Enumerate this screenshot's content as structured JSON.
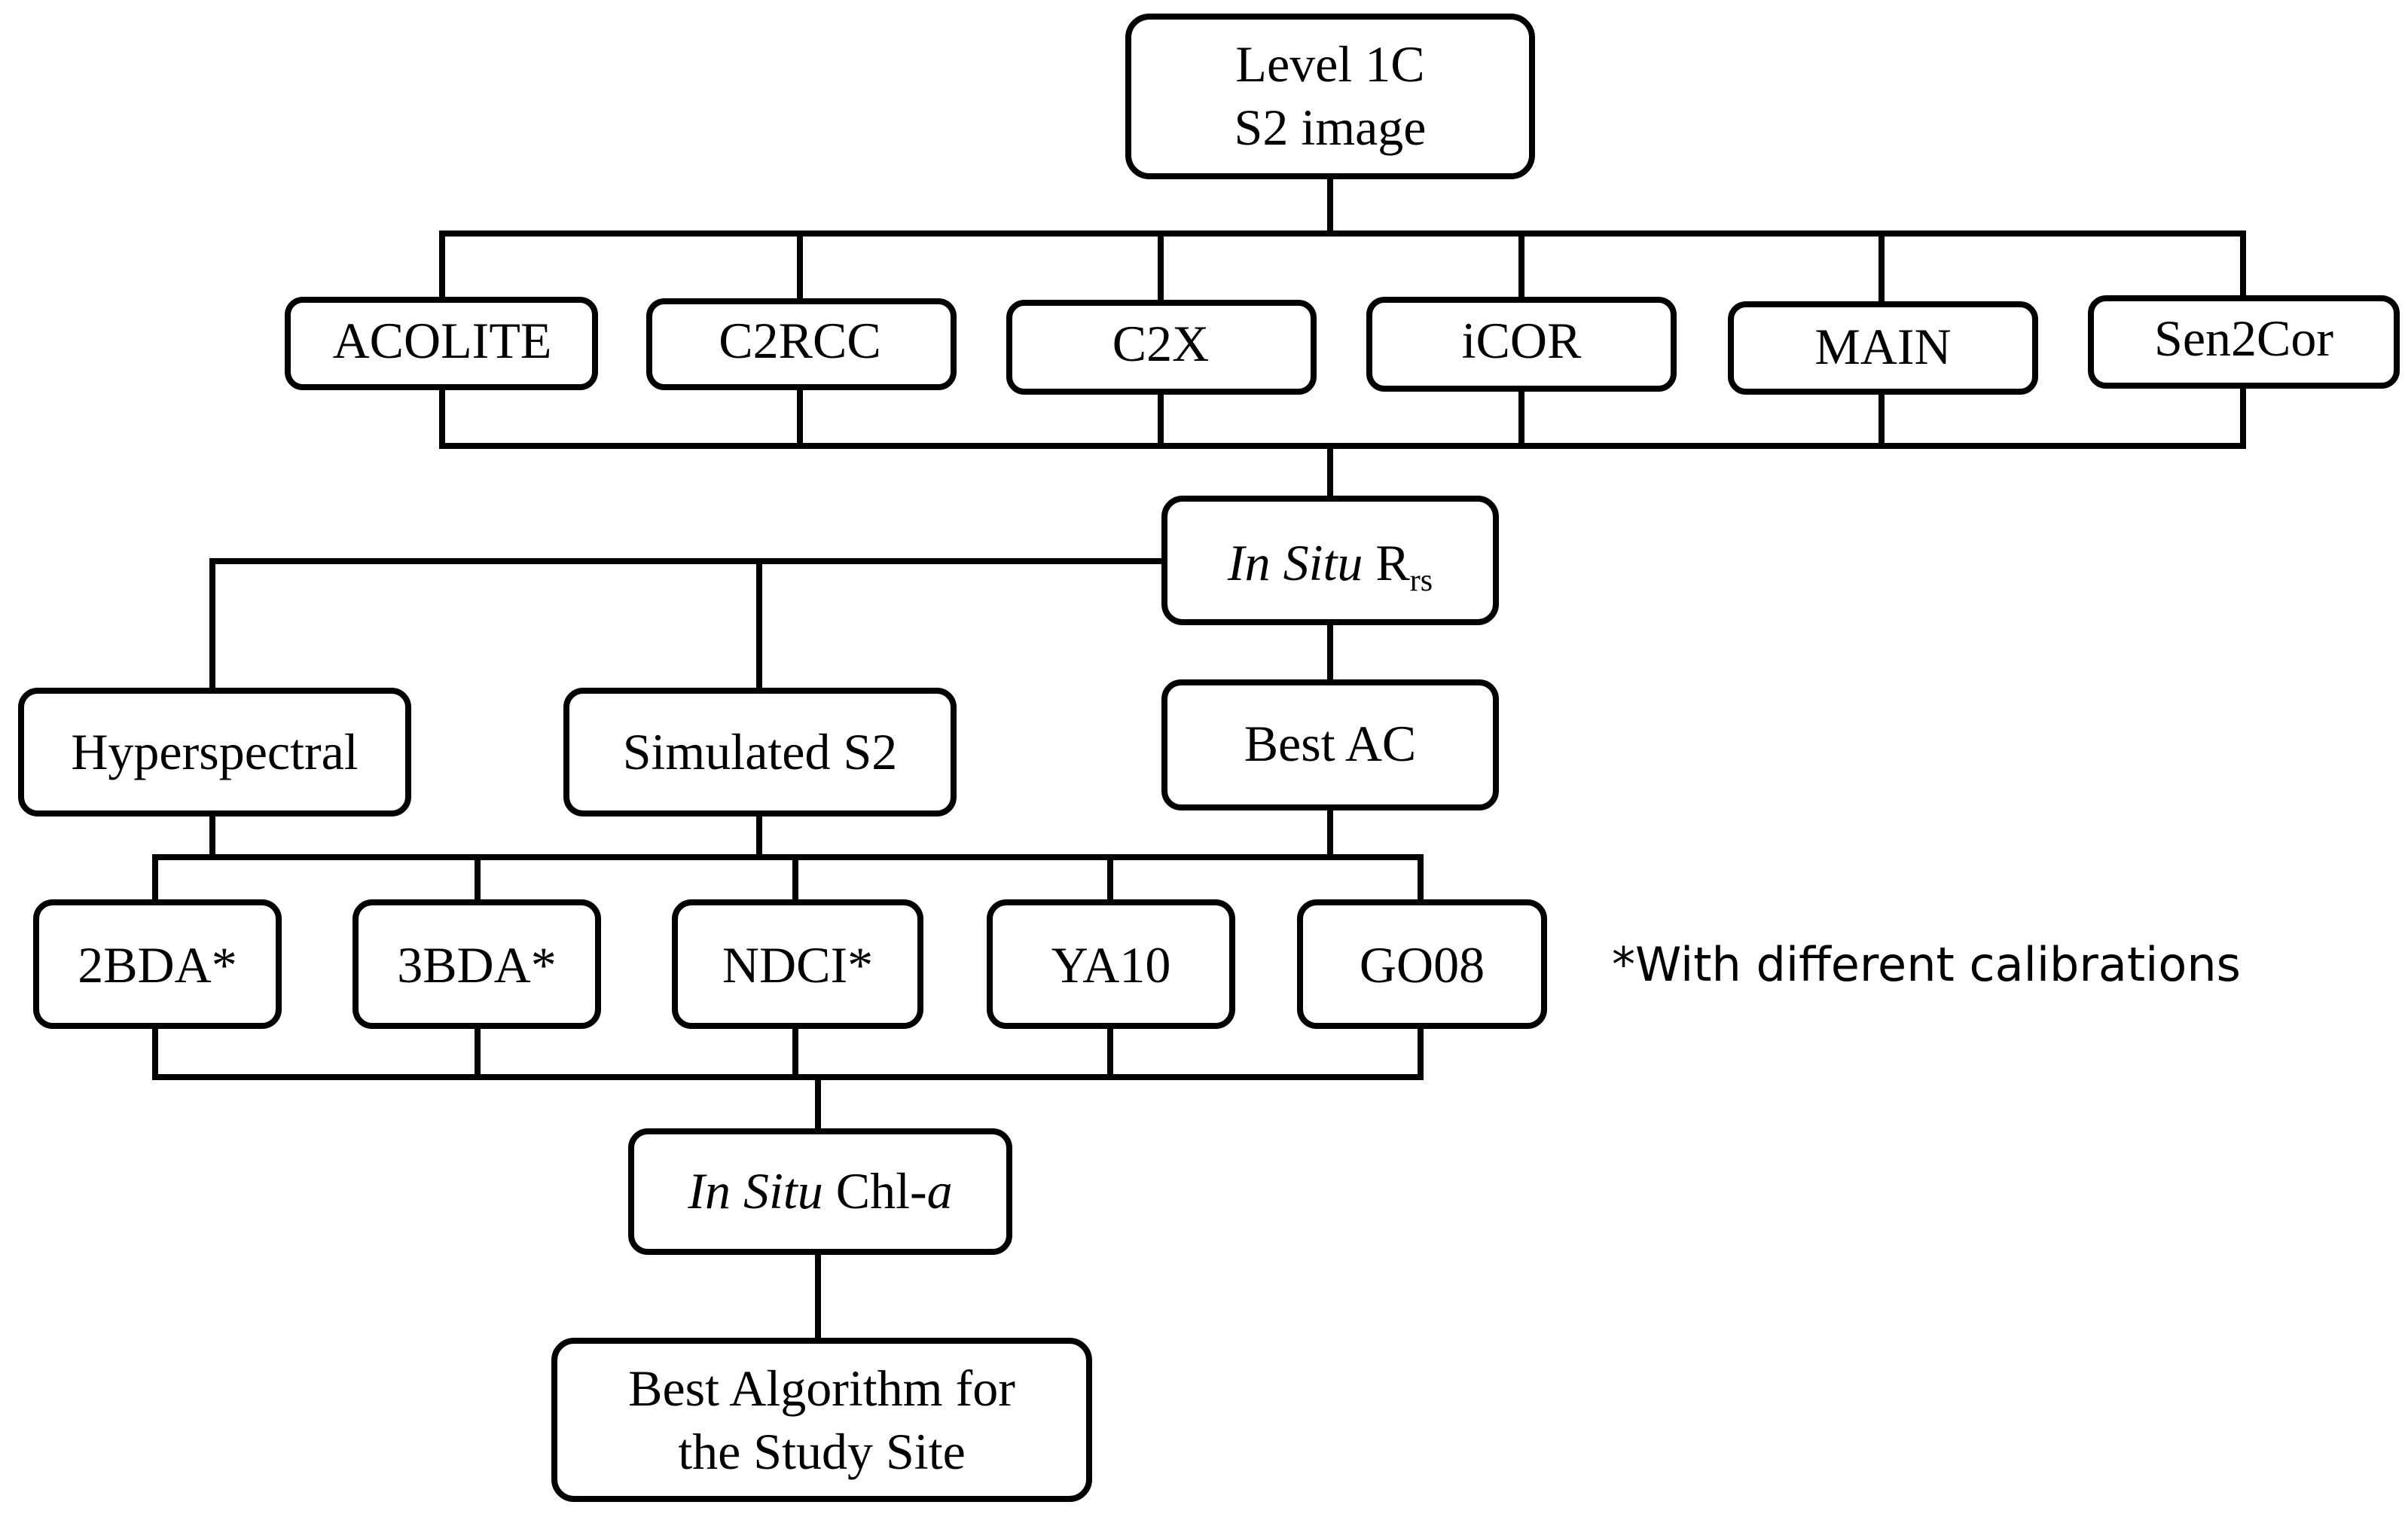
{
  "nodes": {
    "level1c": {
      "line1": "Level 1C",
      "line2": "S2 image"
    },
    "acolite": {
      "label": "ACOLITE"
    },
    "c2rcc": {
      "label": "C2RCC"
    },
    "c2x": {
      "label": "C2X"
    },
    "icor": {
      "label": "iCOR"
    },
    "main": {
      "label": "MAIN"
    },
    "sen2cor": {
      "label": "Sen2Cor"
    },
    "insitu_rrs": {
      "italic": "In Situ",
      "main": " R",
      "sub": "rs"
    },
    "hyperspectral": {
      "label": "Hyperspectral"
    },
    "simulated_s2": {
      "label": "Simulated S2"
    },
    "best_ac": {
      "label": "Best AC"
    },
    "bda2": {
      "label": "2BDA*"
    },
    "bda3": {
      "label": "3BDA*"
    },
    "ndci": {
      "label": "NDCI*"
    },
    "ya10": {
      "label": "YA10"
    },
    "go08": {
      "label": "GO08"
    },
    "insitu_chla": {
      "italic": "In Situ",
      "main": " Chl-",
      "italic2": "a"
    },
    "best_algorithm": {
      "line1": "Best Algorithm for",
      "line2": "the Study Site"
    }
  },
  "note": "*With different calibrations"
}
